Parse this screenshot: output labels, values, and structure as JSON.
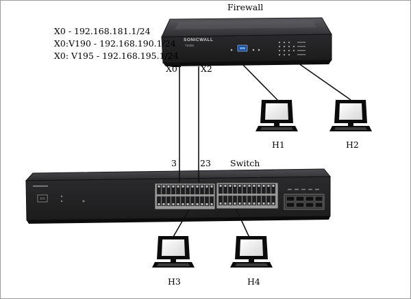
{
  "title": "Firewall",
  "switch_label": "Switch",
  "interfaces": [
    "X0 - 192.168.181.1/24",
    "X0:V190 - 192.168.190.1/24",
    "X0: V195 - 192.168.195.1/24"
  ],
  "firewall": {
    "brand": "SONICWALL",
    "model": "TZ300",
    "port_x0": "X0",
    "port_x2": "X2"
  },
  "switch": {
    "port_3": "3",
    "port_23": "23"
  },
  "hosts": [
    "H1",
    "H2",
    "H3",
    "H4"
  ],
  "colors": {
    "device_body": "#3a3a3c",
    "device_top": "#4a4a4d",
    "line": "#111111"
  }
}
